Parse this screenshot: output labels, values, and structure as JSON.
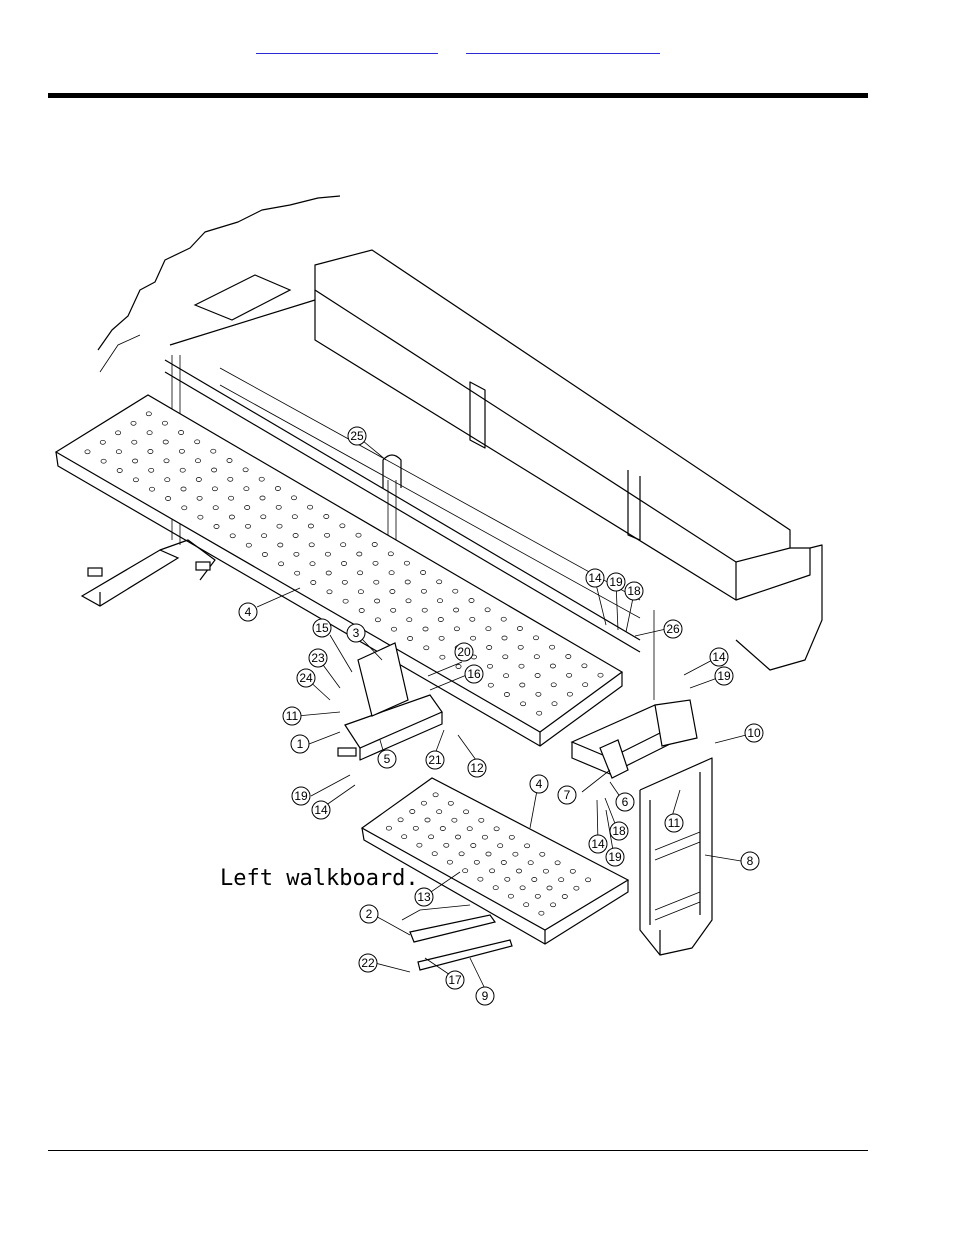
{
  "caption": "Left walkboard.",
  "callouts": [
    {
      "id": "c1",
      "label": "1"
    },
    {
      "id": "c2",
      "label": "2"
    },
    {
      "id": "c3",
      "label": "3"
    },
    {
      "id": "c4a",
      "label": "4"
    },
    {
      "id": "c4b",
      "label": "4"
    },
    {
      "id": "c5",
      "label": "5"
    },
    {
      "id": "c6",
      "label": "6"
    },
    {
      "id": "c7",
      "label": "7"
    },
    {
      "id": "c8",
      "label": "8"
    },
    {
      "id": "c9",
      "label": "9"
    },
    {
      "id": "c10",
      "label": "10"
    },
    {
      "id": "c11a",
      "label": "11"
    },
    {
      "id": "c11b",
      "label": "11"
    },
    {
      "id": "c12",
      "label": "12"
    },
    {
      "id": "c13",
      "label": "13"
    },
    {
      "id": "c14a",
      "label": "14"
    },
    {
      "id": "c14b",
      "label": "14"
    },
    {
      "id": "c14c",
      "label": "14"
    },
    {
      "id": "c14d",
      "label": "14"
    },
    {
      "id": "c15",
      "label": "15"
    },
    {
      "id": "c16",
      "label": "16"
    },
    {
      "id": "c17",
      "label": "17"
    },
    {
      "id": "c18a",
      "label": "18"
    },
    {
      "id": "c18b",
      "label": "18"
    },
    {
      "id": "c19a",
      "label": "19"
    },
    {
      "id": "c19b",
      "label": "19"
    },
    {
      "id": "c19c",
      "label": "19"
    },
    {
      "id": "c19d",
      "label": "19"
    },
    {
      "id": "c20",
      "label": "20"
    },
    {
      "id": "c21",
      "label": "21"
    },
    {
      "id": "c22",
      "label": "22"
    },
    {
      "id": "c23",
      "label": "23"
    },
    {
      "id": "c24",
      "label": "24"
    },
    {
      "id": "c25",
      "label": "25"
    },
    {
      "id": "c26",
      "label": "26"
    }
  ]
}
